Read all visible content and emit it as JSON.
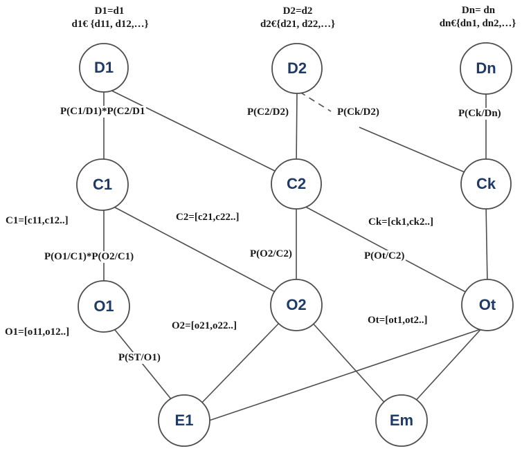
{
  "colors": {
    "background": "#ffffff",
    "line": "#4c4c4c",
    "node_text": "#1e3a66",
    "annotation_text": "#181818"
  },
  "node_labels": {
    "d1": "D1",
    "d2": "D2",
    "dn": "Dn",
    "c1": "C1",
    "c2": "C2",
    "ck": "Ck",
    "o1": "O1",
    "o2": "O2",
    "ot": "Ot",
    "e1": "E1",
    "em": "Em"
  },
  "annotations": {
    "d1_eq": "D1=d1",
    "d1_set": "d1€ {d11, d12,…}",
    "d2_eq": "D2=d2",
    "d2_set": "d2€{d21, d22,…}",
    "dn_eq": "Dn= dn",
    "dn_set": "dn€{dn1, dn2,…}",
    "p_c1d1": "P(C1/D1)*P(C2/D1",
    "p_c2d2": "P(C2/D2)",
    "p_ckd2": "P(Ck/D2)",
    "p_ckdn": "P(Ck/Dn)",
    "c1_set": "C1=[c11,c12..]",
    "c2_set": "C2=[c21,c22..]",
    "ck_set": "Ck=[ck1,ck2..]",
    "p_o1c1": "P(O1/C1)*P(O2/C1)",
    "p_o2c2": "P(O2/C2)",
    "p_otc2": "P(Ot/C2)",
    "o1_set": "O1=[o11,o12..]",
    "o2_set": "O2=[o21,o22..]",
    "ot_set": "Ot=[ot1,ot2..]",
    "p_sto1": "P(ST/O1)"
  }
}
